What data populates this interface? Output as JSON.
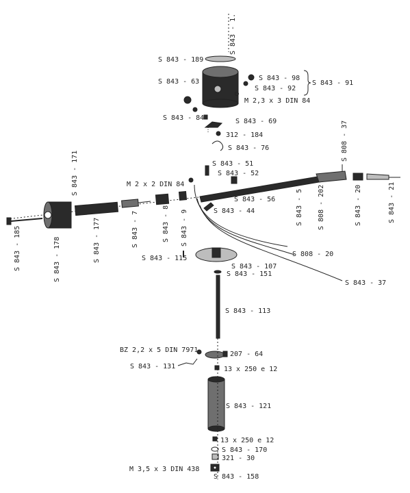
{
  "diagram": {
    "labels": {
      "s843_1": "S 843 - 1.",
      "s843_189": "S 843 - 189",
      "s843_63": "S 843 - 63",
      "s843_98": "S 843 - 98",
      "s843_92": "S 843 - 92",
      "s843_91": "S 843 - 91",
      "m23x3": "M 2,3 x 3 DIN 84",
      "s843_84": "S 843 - 84",
      "s843_69": "S 843 - 69",
      "p312_184": "312 - 184",
      "s843_76": "S 843 - 76",
      "s808_37": "S 808 - 37",
      "s843_171": "S 843 - 171",
      "s843_51": "S 843 - 51",
      "s843_52": "S 843 - 52",
      "m2x2": "M 2 x 2 DIN 84",
      "s843_56": "S 843 - 56",
      "s843_44": "S 843 - 44",
      "s843_5": "S 843 - 5",
      "s808_202": "S 808 - 202",
      "s843_20": "S 843 - 20",
      "s843_21": "S 843 - 21",
      "s843_185": "S 843 - 185",
      "s843_178": "S 843 - 178",
      "s843_177": "S 843 - 177",
      "s843_7": "S 843 - 7",
      "s843_8": "S 843 - 8",
      "s843_9": "S 843 - 9",
      "s843_115": "S 843 - 115",
      "s808_20": "S 808 - 20",
      "s843_107": "S 843 - 107",
      "s843_151": "S 843 - 151",
      "s843_37": "S 843 - 37",
      "s843_113": "S 843 - 113",
      "bz": "BZ 2,2 x 5 DIN 7971",
      "p207_64": "207 - 64",
      "s843_131": "S 843 - 131",
      "p13x250a": "13 x 250 e 12",
      "s843_121": "S 843 - 121",
      "p13x250b": "13 x 250 e 12",
      "s843_170": "S 843 - 170",
      "p321_30": "321 - 30",
      "m35x3": "M 3,5 x 3  DIN 438",
      "s843_158": "S 843 - 158"
    },
    "colors": {
      "ink": "#222222",
      "body": "#2a2a2a",
      "metal": "#6f6f6f",
      "light": "#bdbdbd",
      "paper": "#ffffff"
    }
  }
}
